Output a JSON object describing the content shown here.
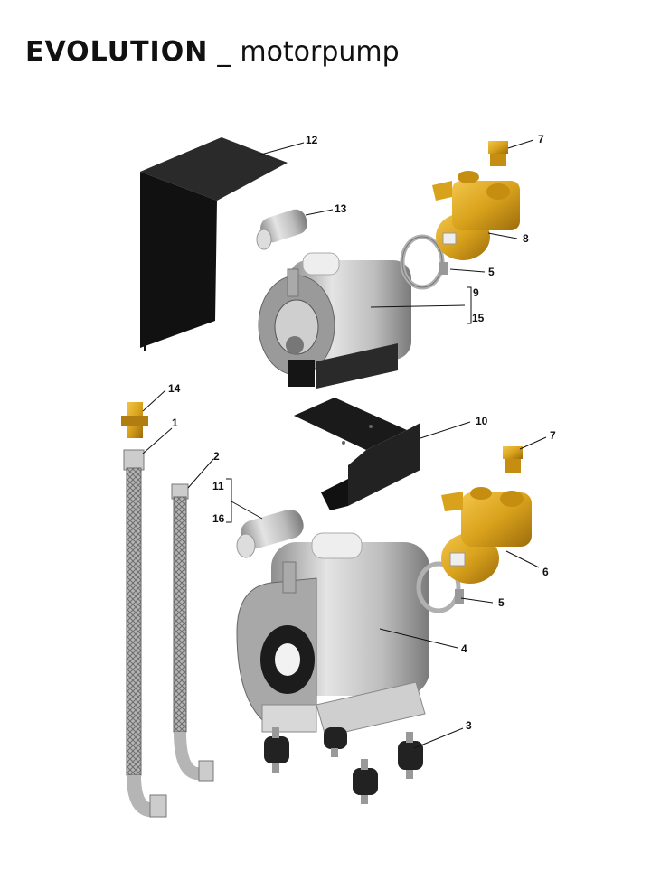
{
  "header": {
    "brand": "EVOLUTION",
    "separator": "_",
    "subtitle": "motorpump"
  },
  "callouts": {
    "c1": "1",
    "c2": "2",
    "c3": "3",
    "c4": "4",
    "c5a": "5",
    "c5b": "5",
    "c6": "6",
    "c7a": "7",
    "c7b": "7",
    "c8": "8",
    "c9": "9",
    "c10": "10",
    "c11": "11",
    "c12": "12",
    "c13": "13",
    "c14": "14",
    "c15": "15",
    "c16": "16"
  },
  "colors": {
    "brass": "#d9a21c",
    "steel": "#c9c9c9",
    "black_part": "#1a1a1a",
    "rubber": "#222222"
  }
}
